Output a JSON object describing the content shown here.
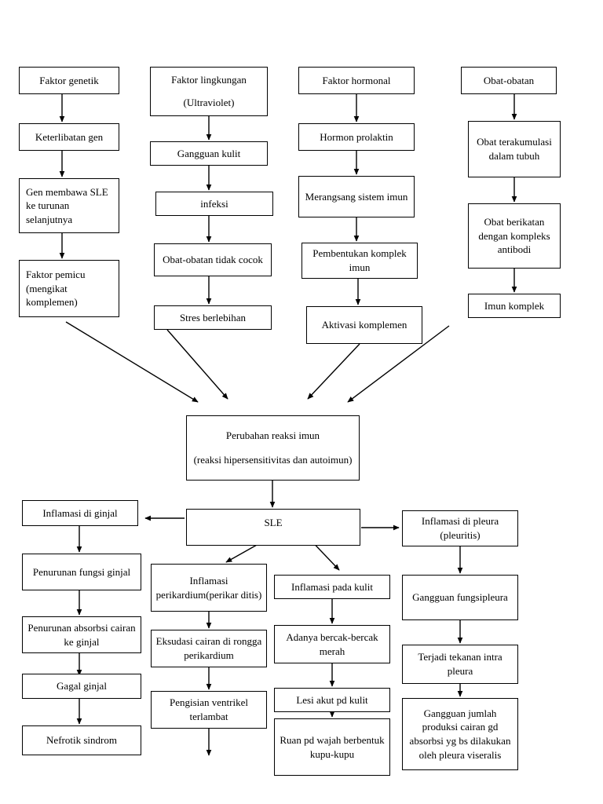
{
  "diagram": {
    "title": "Pathway flowchart SLE (Systemic Lupus Erythematosus)",
    "language": "id",
    "stroke_color": "#000000",
    "background_color": "#ffffff"
  },
  "nodes": {
    "faktor_genetik": "Faktor genetik",
    "keterlibatan_gen": "Keterlibatan gen",
    "gen_membawa": "Gen membawa SLE ke turunan selanjutnya",
    "faktor_pemicu": "Faktor pemicu (mengikat komplemen)",
    "faktor_lingkungan_1": "Faktor lingkungan",
    "faktor_lingkungan_2": "(Ultraviolet)",
    "gangguan_kulit": "Gangguan kulit",
    "infeksi": "infeksi",
    "obat_tidak_cocok": "Obat-obatan tidak cocok",
    "stres_berlebihan": "Stres berlebihan",
    "faktor_hormonal": "Faktor hormonal",
    "hormon_prolaktin": "Hormon prolaktin",
    "merangsang_sistem_imun": "Merangsang sistem imun",
    "pembentukan_komplek_imun": "Pembentukan komplek imun",
    "aktivasi_komplemen": "Aktivasi komplemen",
    "obat_obatan": "Obat-obatan",
    "obat_terakumulasi": "Obat terakumulasi dalam tubuh",
    "obat_berikatan": "Obat berikatan dengan kompleks antibodi",
    "imun_komplek": "Imun komplek",
    "perubahan_reaksi_1": "Perubahan reaksi imun",
    "perubahan_reaksi_2": "(reaksi hipersensitivitas dan autoimun)",
    "sle": "SLE",
    "inflamasi_ginjal": "Inflamasi di ginjal",
    "penurunan_fungsi_ginjal": "Penurunan fungsi ginjal",
    "penurunan_absorbsi": "Penurunan absorbsi cairan ke ginjal",
    "gagal_ginjal": "Gagal ginjal",
    "nefrotik_sindrom": "Nefrotik sindrom",
    "inflamasi_perikardium": "Inflamasi perikardium(perikar ditis)",
    "eksudasi_cairan": "Eksudasi cairan di rongga perikardium",
    "pengisian_ventrikel": "Pengisian ventrikel terlambat",
    "inflamasi_kulit": "Inflamasi pada kulit",
    "adanya_bercak": "Adanya bercak-bercak merah",
    "lesi_akut": "Lesi akut pd kulit",
    "ruan_pd_wajah": "Ruan pd wajah berbentuk kupu-kupu",
    "inflamasi_pleura": "Inflamasi di pleura (pleuritis)",
    "gangguan_fungsipleura": "Gangguan fungsipleura",
    "terjadi_tekanan": "Terjadi tekanan intra pleura",
    "gangguan_jumlah_produksi": "Gangguan jumlah produksi cairan gd absorbsi yg bs dilakukan oleh pleura viseralis"
  },
  "edges": [
    {
      "from": "faktor_genetik",
      "to": "keterlibatan_gen",
      "style": "vertical-arrow"
    },
    {
      "from": "keterlibatan_gen",
      "to": "gen_membawa",
      "style": "vertical-arrow"
    },
    {
      "from": "gen_membawa",
      "to": "faktor_pemicu",
      "style": "vertical-arrow"
    },
    {
      "from": "faktor_pemicu",
      "to": "perubahan_reaksi_imun",
      "style": "diagonal-arrow"
    },
    {
      "from": "faktor_lingkungan",
      "to": "gangguan_kulit",
      "style": "vertical-arrow"
    },
    {
      "from": "gangguan_kulit",
      "to": "infeksi",
      "style": "vertical-arrow"
    },
    {
      "from": "infeksi",
      "to": "obat_tidak_cocok",
      "style": "vertical-arrow"
    },
    {
      "from": "obat_tidak_cocok",
      "to": "stres_berlebihan",
      "style": "vertical-arrow"
    },
    {
      "from": "stres_berlebihan",
      "to": "perubahan_reaksi_imun",
      "style": "diagonal-arrow"
    },
    {
      "from": "faktor_hormonal",
      "to": "hormon_prolaktin",
      "style": "vertical-arrow"
    },
    {
      "from": "hormon_prolaktin",
      "to": "merangsang_sistem_imun",
      "style": "vertical-arrow"
    },
    {
      "from": "merangsang_sistem_imun",
      "to": "pembentukan_komplek_imun",
      "style": "vertical-arrow"
    },
    {
      "from": "pembentukan_komplek_imun",
      "to": "aktivasi_komplemen",
      "style": "vertical-arrow"
    },
    {
      "from": "aktivasi_komplemen",
      "to": "perubahan_reaksi_imun",
      "style": "diagonal-arrow"
    },
    {
      "from": "obat_obatan",
      "to": "obat_terakumulasi",
      "style": "vertical-arrow"
    },
    {
      "from": "obat_terakumulasi",
      "to": "obat_berikatan",
      "style": "vertical-arrow"
    },
    {
      "from": "obat_berikatan",
      "to": "imun_komplek",
      "style": "vertical-arrow"
    },
    {
      "from": "imun_komplek",
      "to": "perubahan_reaksi_imun",
      "style": "diagonal-arrow"
    },
    {
      "from": "perubahan_reaksi_imun",
      "to": "sle",
      "style": "vertical-arrow"
    },
    {
      "from": "sle",
      "to": "inflamasi_ginjal",
      "style": "horizontal-arrow-left"
    },
    {
      "from": "sle",
      "to": "inflamasi_pleura",
      "style": "horizontal-arrow-right"
    },
    {
      "from": "sle",
      "to": "inflamasi_perikardium",
      "style": "diagonal-arrow"
    },
    {
      "from": "sle",
      "to": "inflamasi_kulit",
      "style": "diagonal-arrow"
    },
    {
      "from": "inflamasi_ginjal",
      "to": "penurunan_fungsi_ginjal",
      "style": "vertical-arrow"
    },
    {
      "from": "penurunan_fungsi_ginjal",
      "to": "penurunan_absorbsi",
      "style": "vertical-arrow"
    },
    {
      "from": "penurunan_absorbsi",
      "to": "gagal_ginjal",
      "style": "vertical-arrow"
    },
    {
      "from": "gagal_ginjal",
      "to": "nefrotik_sindrom",
      "style": "vertical-arrow"
    },
    {
      "from": "inflamasi_perikardium",
      "to": "eksudasi_cairan",
      "style": "vertical-arrow"
    },
    {
      "from": "eksudasi_cairan",
      "to": "pengisian_ventrikel",
      "style": "vertical-arrow"
    },
    {
      "from": "pengisian_ventrikel",
      "to": "end",
      "style": "vertical-arrow"
    },
    {
      "from": "inflamasi_kulit",
      "to": "adanya_bercak",
      "style": "vertical-arrow"
    },
    {
      "from": "adanya_bercak",
      "to": "lesi_akut",
      "style": "vertical-arrow"
    },
    {
      "from": "lesi_akut",
      "to": "ruan_pd_wajah",
      "style": "vertical-arrow"
    },
    {
      "from": "inflamasi_pleura",
      "to": "gangguan_fungsipleura",
      "style": "vertical-arrow"
    },
    {
      "from": "gangguan_fungsipleura",
      "to": "terjadi_tekanan",
      "style": "vertical-arrow"
    },
    {
      "from": "terjadi_tekanan",
      "to": "gangguan_jumlah_produksi",
      "style": "vertical-arrow"
    }
  ]
}
